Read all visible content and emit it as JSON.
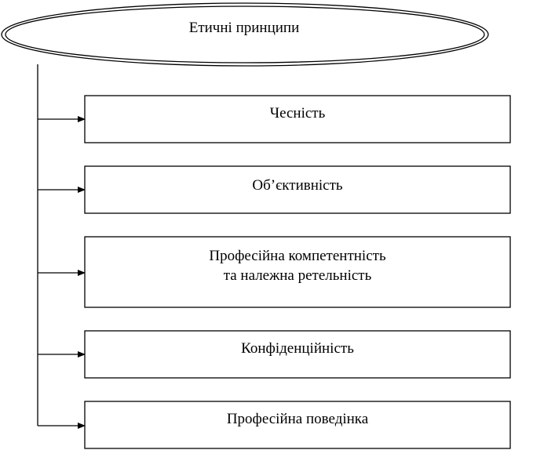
{
  "diagram": {
    "root": {
      "label": "Етичні принципи"
    },
    "items": [
      {
        "lines": [
          "Чесність"
        ]
      },
      {
        "lines": [
          "Об’єктивність"
        ]
      },
      {
        "lines": [
          "Професійна  компетентність",
          "та належна ретельність"
        ]
      },
      {
        "lines": [
          "Конфіденційність"
        ]
      },
      {
        "lines": [
          "Професійна поведінка"
        ]
      }
    ],
    "colors": {
      "stroke": "#000000",
      "fill": "#ffffff",
      "text": "#000000"
    }
  }
}
